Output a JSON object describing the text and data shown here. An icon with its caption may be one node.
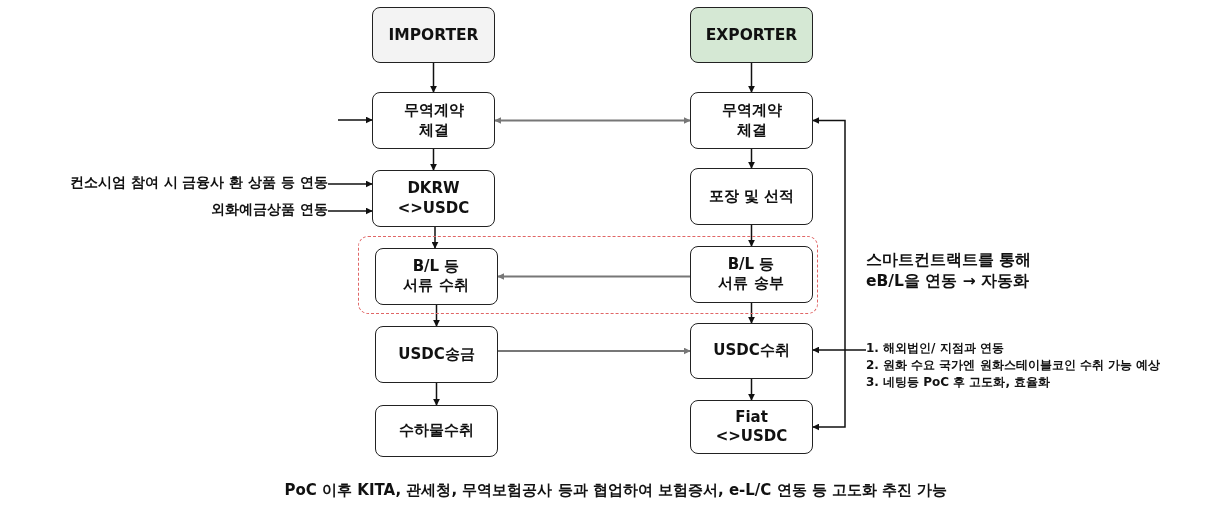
{
  "diagram": {
    "nodes": [
      {
        "text": [
          "IMPORTER"
        ]
      },
      {
        "text": [
          "EXPORTER"
        ]
      },
      {
        "text": [
          "무역계약 체결"
        ]
      },
      {
        "text": [
          "무역계약 체결"
        ]
      },
      {
        "text": [
          "컨소시엄 참여 시 금융사 환 상품 등 연동"
        ]
      },
      {
        "text": [
          "외화예금상품 연동"
        ]
      },
      {
        "text": [
          "DKRW <>USDC"
        ]
      },
      {
        "text": [
          "포장 및 선적"
        ]
      },
      {
        "text": [],
        "shape": "box"
      },
      {
        "text": [
          "B/L 등 서류 수취"
        ],
        "in": 8
      },
      {
        "text": [
          "B/L 등 서류 송부"
        ],
        "in": 8
      },
      {
        "text": [
          "USDC송금"
        ]
      },
      {
        "text": [
          "USDC수취"
        ]
      },
      {
        "text": [
          "1. 해외법인/ 지점과 연동",
          "2. 원화 수요 국가엔 원화스테이블코인 수취 가능 예상",
          "3. 네팅등 PoC 후 고도화, 효율화"
        ]
      },
      {
        "text": [
          "수하물수취"
        ]
      },
      {
        "text": [
          "Fiat <>USDC"
        ]
      }
    ],
    "edges": [
      {
        "from": 0,
        "to": 2,
        "arrow": "to"
      },
      {
        "from": 1,
        "to": 3,
        "arrow": "to"
      },
      {
        "from": null,
        "to": 2,
        "arrow": "to"
      },
      {
        "from": 2,
        "to": 3,
        "arrow": "both",
        "color": "#777777"
      },
      {
        "from": 2,
        "to": 6,
        "arrow": "to"
      },
      {
        "from": 3,
        "to": 7,
        "arrow": "to"
      },
      {
        "from": 4,
        "to": 6,
        "arrow": "to"
      },
      {
        "from": 5,
        "to": 6,
        "arrow": "to"
      },
      {
        "from": 6,
        "to": 9,
        "arrow": "to"
      },
      {
        "from": 7,
        "to": 10,
        "arrow": "to"
      },
      {
        "from": 10,
        "to": 9,
        "arrow": "to",
        "color": "#777777"
      },
      {
        "from": 9,
        "to": 11,
        "arrow": "to"
      },
      {
        "from": 10,
        "to": 12,
        "arrow": "to"
      },
      {
        "from": 11,
        "to": 12,
        "arrow": "to",
        "color": "#777777"
      },
      {
        "from": 13,
        "to": 12,
        "arrow": "to"
      },
      {
        "from": 11,
        "to": 14,
        "arrow": "to"
      },
      {
        "from": 12,
        "to": 15,
        "arrow": "to"
      },
      {
        "from": 15,
        "to": 3,
        "arrow": "both"
      }
    ],
    "labels": [
      "스마트컨트랙트를 통해 eB/L을 연동 → 자동화",
      "PoC 이후 KITA, 관세청, 무역보험공사 등과 협업하여 보험증서, e-L/C 연동 등 고도화 추진 가능"
    ]
  }
}
